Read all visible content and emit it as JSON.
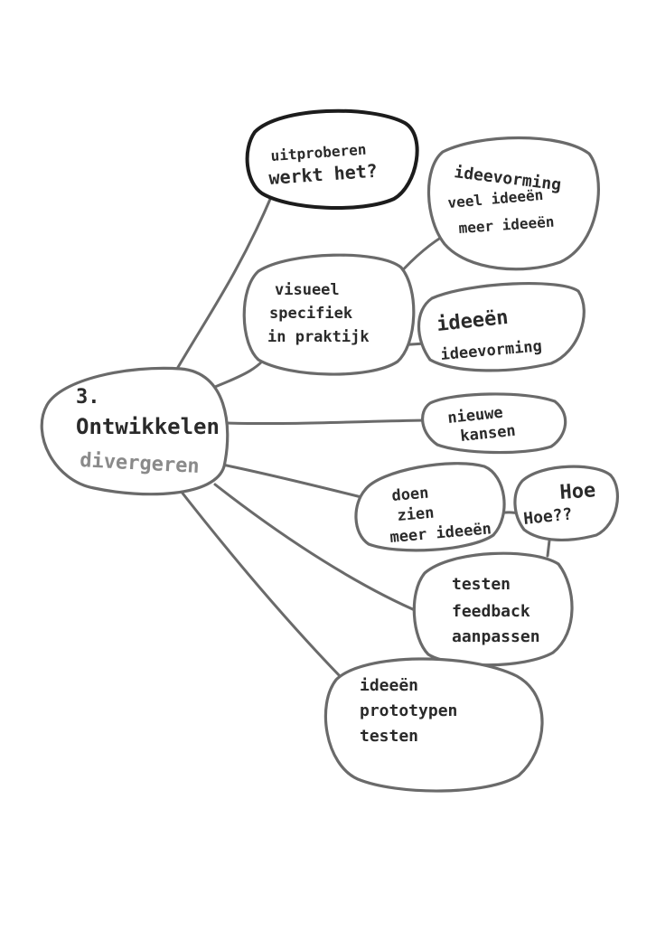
{
  "center": {
    "number": "3.",
    "title": "Ontwikkelen",
    "subtitle": "divergeren"
  },
  "bubbles": [
    {
      "id": "uitproberen",
      "lines": [
        "uitproberen",
        "werkt het?"
      ]
    },
    {
      "id": "ideevorming",
      "lines": [
        "ideevorming",
        "veel ideeën",
        "meer ideeën"
      ]
    },
    {
      "id": "visueel",
      "lines": [
        "visueel",
        "specifiek",
        "in praktijk"
      ]
    },
    {
      "id": "ideeen",
      "lines": [
        "ideeën",
        "ideevorming"
      ]
    },
    {
      "id": "kansen",
      "lines": [
        "nieuwe",
        "kansen"
      ]
    },
    {
      "id": "doen",
      "lines": [
        "doen",
        "zien",
        "meer ideeën"
      ]
    },
    {
      "id": "hoe",
      "lines": [
        "Hoe",
        "Hoe??"
      ]
    },
    {
      "id": "testen",
      "lines": [
        "testen",
        "feedback",
        "aanpassen"
      ]
    },
    {
      "id": "prototypen",
      "lines": [
        "ideeën",
        "prototypen",
        "testen"
      ]
    }
  ],
  "colors": {
    "stroke": "#6a6a6a",
    "stroke_dark": "#1c1c1c",
    "text": "#2a2a2a",
    "text_muted": "#8a8a8a"
  }
}
